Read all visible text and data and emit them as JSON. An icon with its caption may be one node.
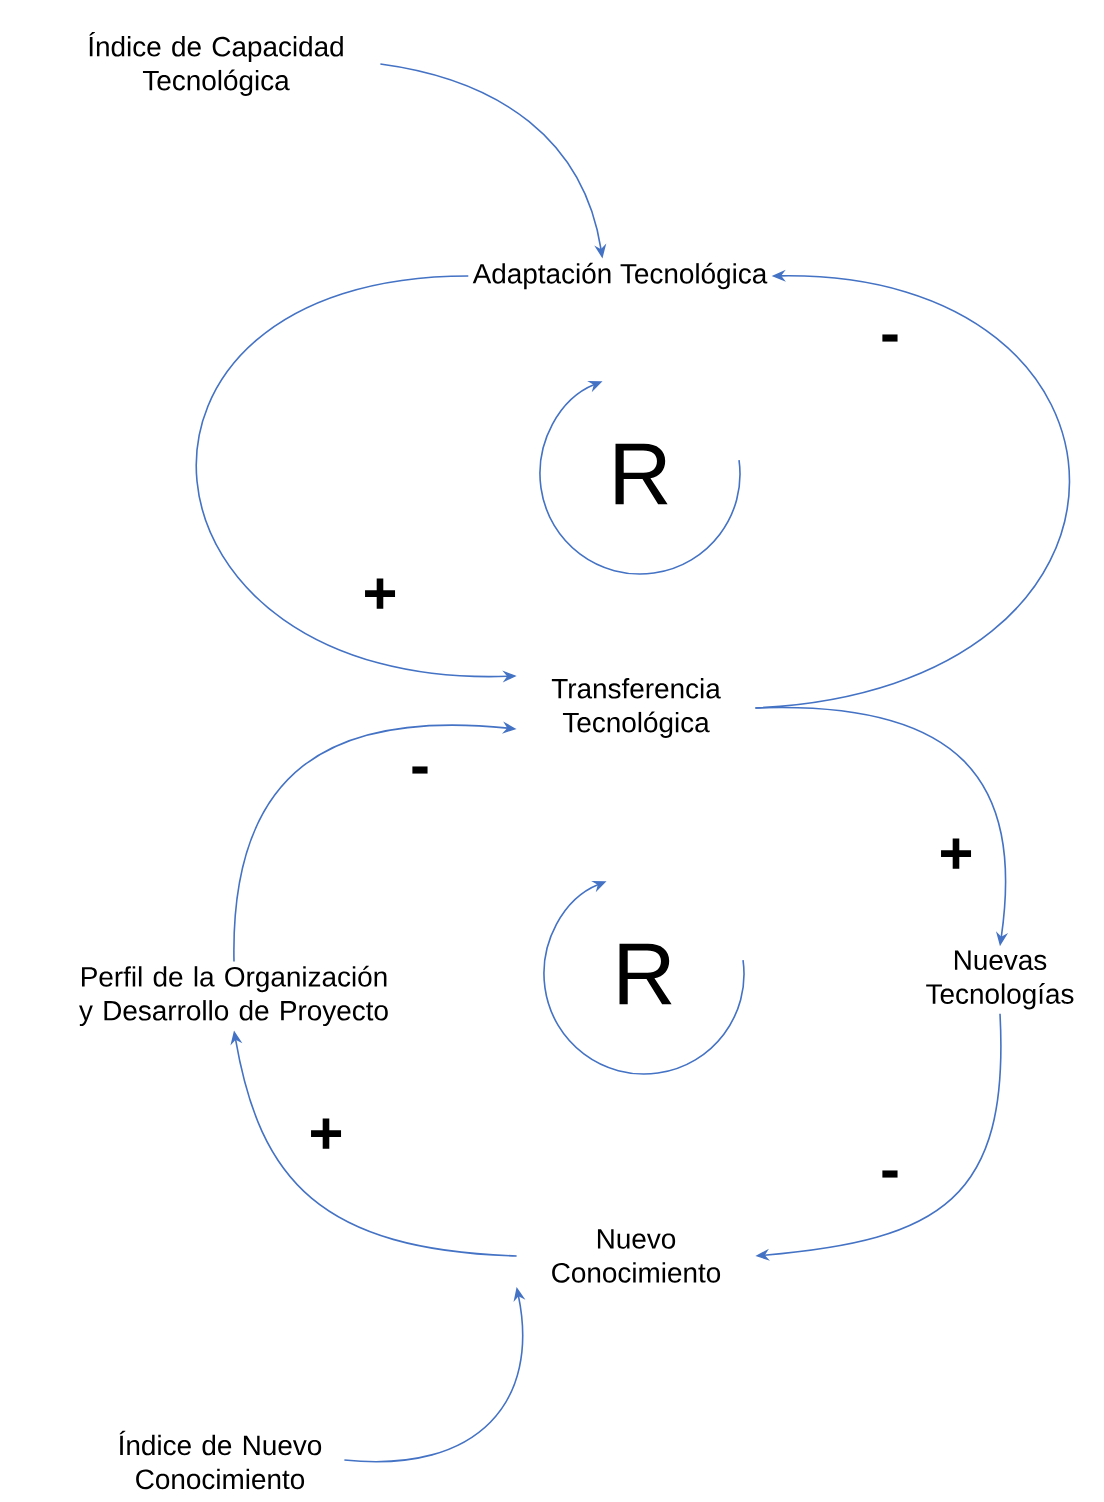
{
  "diagram": {
    "nodes": [
      {
        "text": [
          "Índice de Capacidad Tecnológica"
        ]
      },
      {
        "text": [
          "Adaptación Tecnológica"
        ]
      },
      {
        "text": [
          "Transferencia Tecnológica"
        ]
      },
      {
        "text": [
          "Nuevas Tecnologías"
        ]
      },
      {
        "text": [
          "Nuevo Conocimiento"
        ]
      },
      {
        "text": [
          "Perfil de la Organización y Desarrollo de Proyecto"
        ]
      },
      {
        "text": [
          "Índice de Nuevo Conocimiento"
        ]
      }
    ],
    "edges": [
      {
        "from": 0,
        "to": 1,
        "arrow": "to"
      },
      {
        "from": 1,
        "to": 2,
        "arrow": "to",
        "label": "+"
      },
      {
        "from": 2,
        "to": 1,
        "arrow": "to",
        "label": "-"
      },
      {
        "from": 2,
        "to": 3,
        "arrow": "to",
        "label": "+"
      },
      {
        "from": 3,
        "to": 4,
        "arrow": "to",
        "label": "-"
      },
      {
        "from": 4,
        "to": 5,
        "arrow": "to",
        "label": "+"
      },
      {
        "from": 5,
        "to": 2,
        "arrow": "to",
        "label": "-"
      },
      {
        "from": 6,
        "to": 4,
        "arrow": "to"
      }
    ],
    "labels": [
      "R",
      "R"
    ]
  }
}
